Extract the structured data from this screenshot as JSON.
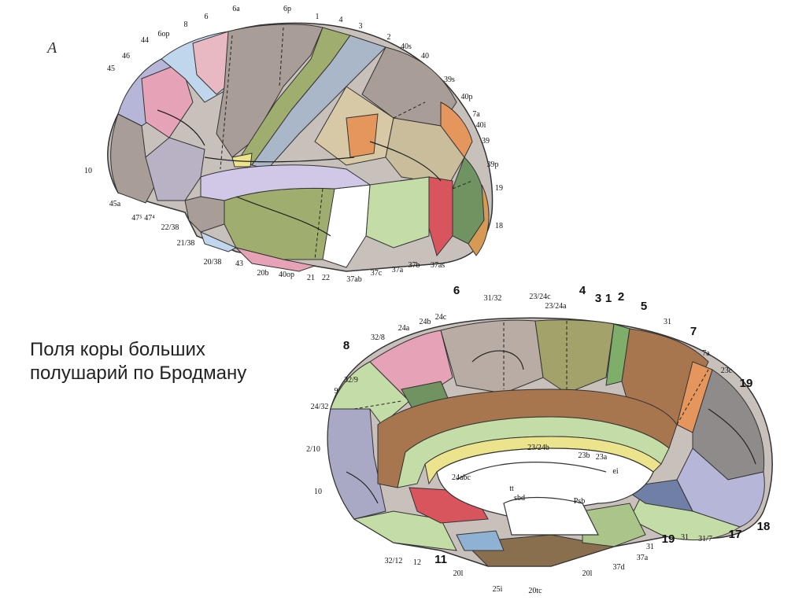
{
  "caption": {
    "line1": "Поля коры больших",
    "line2": "полушарий по Бродману"
  },
  "panel_letter": "А",
  "lateral_view": {
    "labels": [
      "6a",
      "6p",
      "1",
      "4",
      "3",
      "2",
      "40s",
      "40",
      "39s",
      "40p",
      "7a",
      "40i",
      "39",
      "39p",
      "19",
      "18",
      "8",
      "6",
      "6op",
      "44",
      "46",
      "45",
      "10",
      "45a",
      "47⁵",
      "47⁴",
      "22/38",
      "21/38",
      "20/38",
      "43",
      "20b",
      "40op",
      "21",
      "22",
      "37ab",
      "37c",
      "37a",
      "37b",
      "37as"
    ]
  },
  "medial_view": {
    "labels": [
      "6",
      "31/32",
      "23/24c",
      "23/24a",
      "4",
      "3",
      "1",
      "2",
      "5",
      "31",
      "7",
      "7a",
      "23c",
      "19",
      "8",
      "32/8",
      "24a",
      "24b",
      "24c",
      "32/9",
      "9",
      "24/32",
      "2/10",
      "10",
      "23/24b",
      "23b",
      "23a",
      "ei",
      "24abc",
      "tt",
      "sbd",
      "Psb",
      "17",
      "18",
      "31/7",
      "31",
      "19",
      "31",
      "37a",
      "37d",
      "20l",
      "20tc",
      "25i",
      "20l",
      "11",
      "12",
      "32/12"
    ]
  },
  "colors": {
    "outline": "#333333",
    "gray_brown": "#a99d97",
    "pink": "#e6a2b6",
    "olive_green": "#9fae6e",
    "light_green": "#c4dca6",
    "lavender": "#b6b6d9",
    "blue_light": "#bfd6ec",
    "orange": "#e5965c",
    "tan": "#d8c9a6",
    "dark_green": "#6f9361",
    "brown": "#a7764f",
    "yellow": "#ece48d",
    "red": "#d9555d",
    "gray": "#b3b3b3"
  }
}
